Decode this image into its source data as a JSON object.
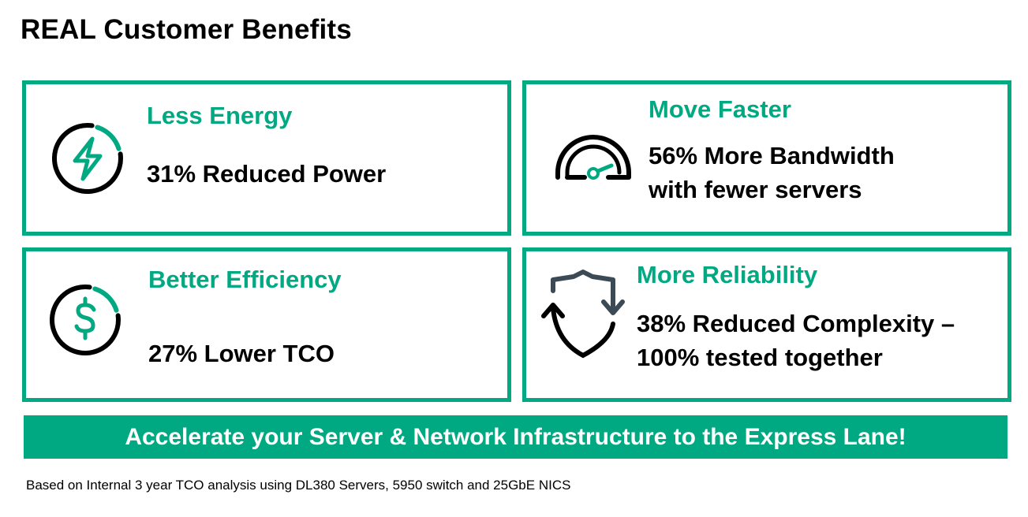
{
  "title": "REAL Customer Benefits",
  "colors": {
    "accent": "#01a982",
    "text": "#000000",
    "icon_dark": "#3b4a55"
  },
  "cards": [
    {
      "heading": "Less Energy",
      "stat_lines": [
        "31% Reduced Power"
      ],
      "icon": "lightning-power-icon"
    },
    {
      "heading": "Move Faster",
      "stat_lines": [
        "56% More Bandwidth",
        "with fewer servers"
      ],
      "icon": "speedometer-icon"
    },
    {
      "heading": "Better Efficiency",
      "stat_lines": [
        "27% Lower TCO"
      ],
      "icon": "dollar-circle-icon"
    },
    {
      "heading": "More Reliability",
      "stat_lines": [
        "38% Reduced Complexity –",
        "100% tested together"
      ],
      "icon": "shield-arrows-icon"
    }
  ],
  "banner": "Accelerate your Server & Network Infrastructure to the Express Lane!",
  "footnote": "Based on Internal 3 year TCO analysis using DL380 Servers, 5950 switch and 25GbE NICS"
}
